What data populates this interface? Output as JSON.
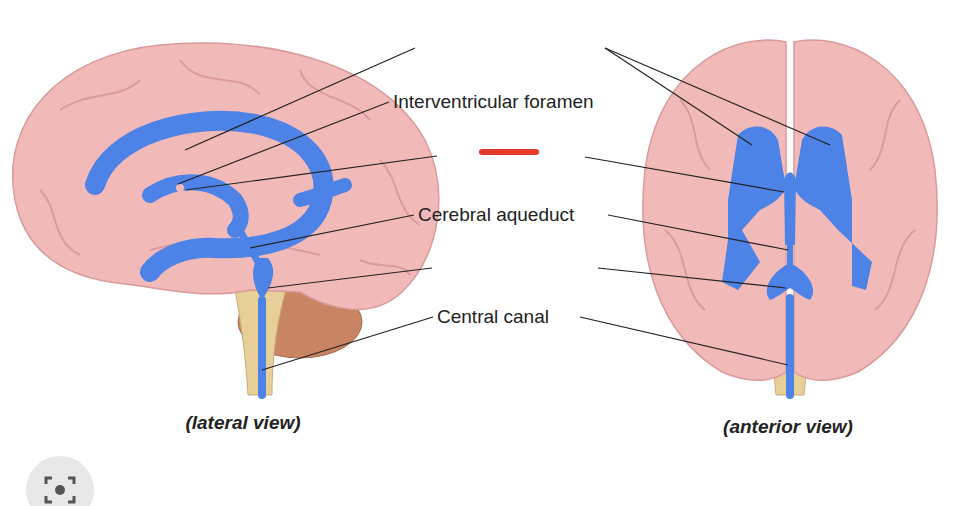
{
  "diagram": {
    "labels": [
      "Interventricular foramen",
      "Cerebral aqueduct",
      "Central canal",
      "(lateral view)",
      "(anterior view)"
    ]
  }
}
